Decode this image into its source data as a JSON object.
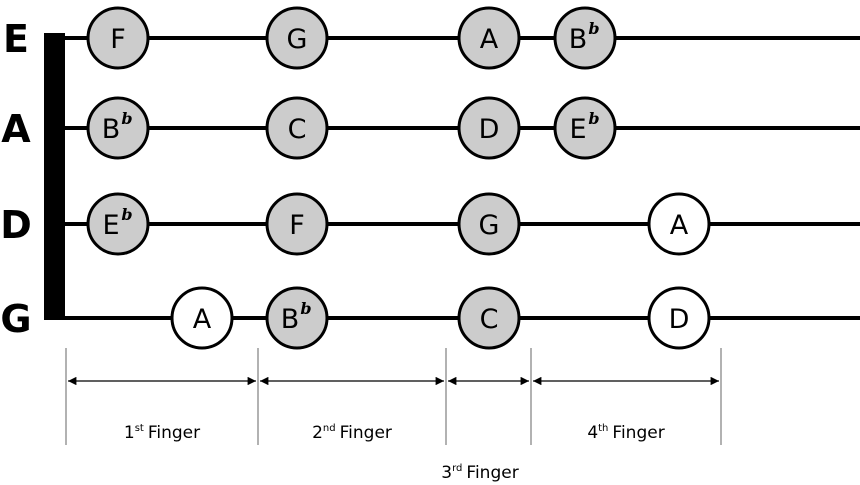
{
  "strings": [
    {
      "letter": "E",
      "notes": [
        {
          "name": "F",
          "acc": "",
          "shaded": true
        },
        {
          "name": "G",
          "acc": "",
          "shaded": true
        },
        {
          "name": "A",
          "acc": "",
          "shaded": true
        },
        {
          "name": "B",
          "acc": "b",
          "shaded": true
        }
      ]
    },
    {
      "letter": "A",
      "notes": [
        {
          "name": "B",
          "acc": "b",
          "shaded": true
        },
        {
          "name": "C",
          "acc": "",
          "shaded": true
        },
        {
          "name": "D",
          "acc": "",
          "shaded": true
        },
        {
          "name": "E",
          "acc": "b",
          "shaded": true
        }
      ]
    },
    {
      "letter": "D",
      "notes": [
        {
          "name": "E",
          "acc": "b",
          "shaded": true
        },
        {
          "name": "F",
          "acc": "",
          "shaded": true
        },
        {
          "name": "G",
          "acc": "",
          "shaded": true
        },
        {
          "name": "A",
          "acc": "",
          "shaded": false
        }
      ]
    },
    {
      "letter": "G",
      "notes": [
        {
          "name": "A",
          "acc": "",
          "shaded": false
        },
        {
          "name": "B",
          "acc": "b",
          "shaded": true
        },
        {
          "name": "C",
          "acc": "",
          "shaded": true
        },
        {
          "name": "D",
          "acc": "",
          "shaded": false
        }
      ]
    }
  ],
  "fingers": [
    {
      "num": "1",
      "sup": "st",
      "word": "Finger"
    },
    {
      "num": "2",
      "sup": "nd",
      "word": "Finger"
    },
    {
      "num": "3",
      "sup": "rd",
      "word": "Finger"
    },
    {
      "num": "4",
      "sup": "th",
      "word": "Finger"
    }
  ],
  "colors": {
    "shaded": "#cccccc",
    "unshaded": "#ffffff",
    "line": "#000000",
    "guide": "#999999"
  }
}
